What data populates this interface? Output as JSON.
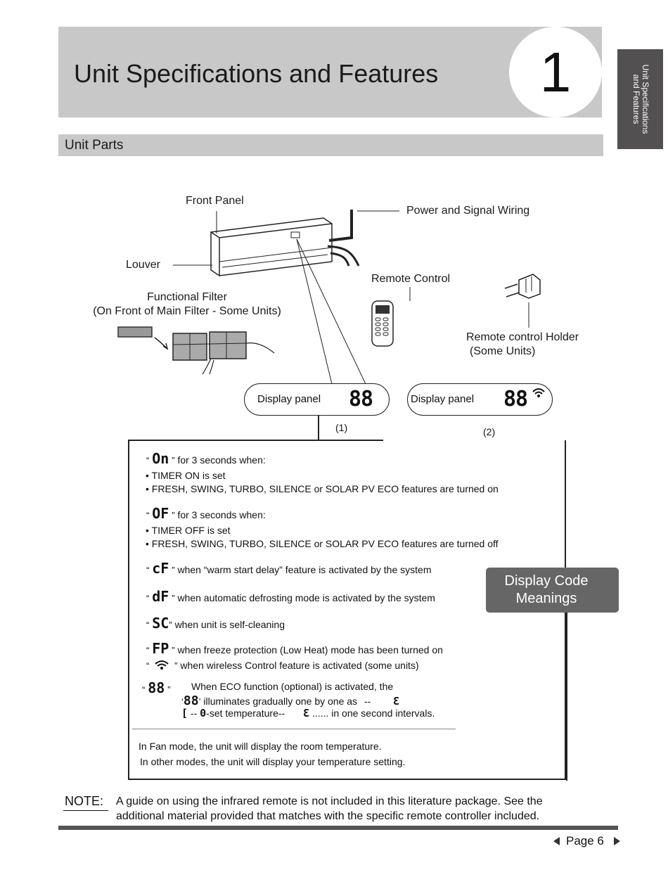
{
  "header": {
    "title": "Unit Specifications and Features",
    "chapter_number": "1",
    "side_tab": "Unit Specifications and Features"
  },
  "section": {
    "title": "Unit Parts"
  },
  "diagram": {
    "front_panel": "Front Panel",
    "wiring": "Power and Signal Wiring",
    "louver": "Louver",
    "remote_control": "Remote Control",
    "filter_line1": "Functional Filter",
    "filter_line2": "(On Front of Main Filter - Some Units)",
    "holder_line1": "Remote control Holder",
    "holder_line2": "(Some Units)",
    "panel1_label": "Display panel",
    "panel2_label": "Display panel",
    "panel_digits": "88",
    "variant1": "(1)",
    "variant2": "(2)"
  },
  "codes": {
    "on_glyph": "On",
    "on_heading": "for 3 seconds when:",
    "on_item1": "• TIMER ON is set",
    "on_item2": "• FRESH, SWING, TURBO, SILENCE or SOLAR PV ECO features are turned on",
    "of_glyph": "OF",
    "of_heading": "for 3 seconds when:",
    "of_item1": "• TIMER OFF is set",
    "of_item2": "• FRESH, SWING, TURBO, SILENCE or SOLAR PV ECO features are turned off",
    "cf_glyph": "cF",
    "cf_text": "when “warm start delay” feature is activated by the system",
    "df_glyph": "dF",
    "df_text": "when automatic defrosting mode is activated by the system",
    "sc_glyph": "SC",
    "sc_text": "when unit is self-cleaning",
    "fp_glyph": "FP",
    "fp_text": "when freeze protection (Low Heat) mode has been turned on",
    "wifi_text": "when wireless Control feature is activated (some units)",
    "eco_glyph": "88",
    "eco_line1": "When ECO function (optional) is activated, the",
    "eco_line2": "illuminates gradually one by one as",
    "eco_line3_a": "-set temperature--",
    "eco_line3_b": "...... in one second intervals.",
    "fan_line": "In Fan mode, the unit will display the room temperature.",
    "other_line": "In other modes, the unit will display your temperature setting.",
    "callout": "Display Code Meanings"
  },
  "note": {
    "label": "NOTE:",
    "line1": "A guide on using the infrared remote is not included in this literature package. See the",
    "line2": "additional material provided that matches with the specific remote controller included."
  },
  "footer": {
    "page": "Page 6"
  }
}
